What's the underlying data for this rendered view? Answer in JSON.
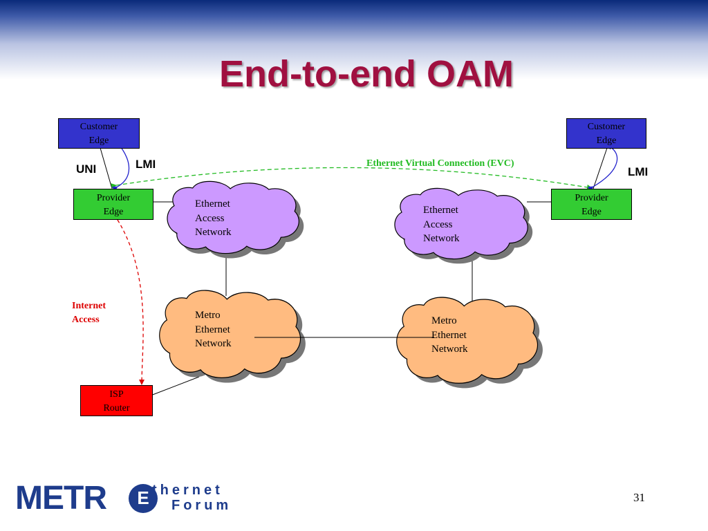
{
  "slide": {
    "title": "End-to-end OAM",
    "page_number": "31"
  },
  "nodes": {
    "customer_edge_left": [
      "Customer",
      "Edge"
    ],
    "customer_edge_right": [
      "Customer",
      "Edge"
    ],
    "provider_edge_left": [
      "Provider",
      "Edge"
    ],
    "provider_edge_right": [
      "Provider",
      "Edge"
    ],
    "isp_router": [
      "ISP",
      "Router"
    ]
  },
  "clouds": {
    "access_left": [
      "Ethernet",
      "Access",
      "Network"
    ],
    "access_right": [
      "Ethernet",
      "Access",
      "Network"
    ],
    "metro_left": [
      "Metro",
      "Ethernet",
      "Network"
    ],
    "metro_right": [
      "Metro",
      "Ethernet",
      "Network"
    ]
  },
  "labels": {
    "uni": "UNI",
    "lmi_left": "LMI",
    "lmi_right": "LMI",
    "evc": "Ethernet Virtual Connection (EVC)",
    "internet_access": [
      "Internet",
      "Access"
    ]
  },
  "logo": {
    "metro": "METR",
    "e": "E",
    "ethernet": "thernet",
    "forum": "Forum"
  },
  "colors": {
    "title": "#a01040",
    "customer_edge": "#3333cc",
    "provider_edge": "#33cc33",
    "isp_router": "#ff0000",
    "access_cloud": "#cc99ff",
    "metro_cloud": "#ffbb80",
    "evc": "#22bb22",
    "internet_access": "#dd0000",
    "lmi_arrow": "#2222cc"
  }
}
